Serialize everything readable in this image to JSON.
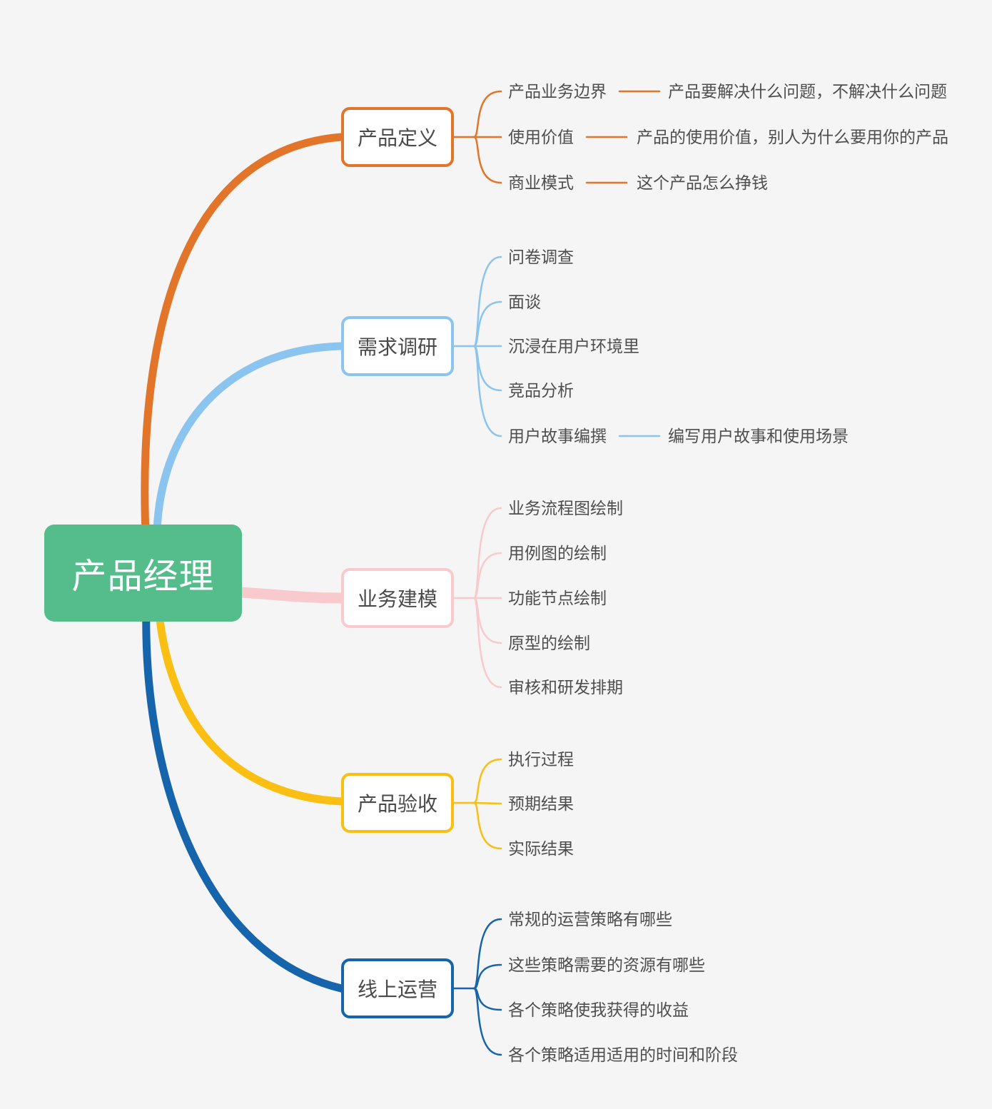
{
  "canvas": {
    "background": "#f5f5f5"
  },
  "root": {
    "label": "产品经理",
    "fill": "#54bd8b",
    "text_color": "#ffffff"
  },
  "branches": [
    {
      "label": "产品定义",
      "color": "#e3752a",
      "children": [
        {
          "label": "产品业务边界",
          "note": "产品要解决什么问题，不解决什么问题"
        },
        {
          "label": "使用价值",
          "note": "产品的使用价值，别人为什么要用你的产品"
        },
        {
          "label": "商业模式",
          "note": "这个产品怎么挣钱"
        }
      ]
    },
    {
      "label": "需求调研",
      "color": "#8cc4f0",
      "children": [
        {
          "label": "问卷调查"
        },
        {
          "label": "面谈"
        },
        {
          "label": "沉浸在用户环境里"
        },
        {
          "label": "竞品分析"
        },
        {
          "label": "用户故事编撰",
          "note": "编写用户故事和使用场景"
        }
      ]
    },
    {
      "label": "业务建模",
      "color": "#f9cacd",
      "children": [
        {
          "label": "业务流程图绘制"
        },
        {
          "label": "用例图的绘制"
        },
        {
          "label": "功能节点绘制"
        },
        {
          "label": "原型的绘制"
        },
        {
          "label": "审核和研发排期"
        }
      ]
    },
    {
      "label": "产品验收",
      "color": "#fbbe12",
      "children": [
        {
          "label": "执行过程"
        },
        {
          "label": "预期结果"
        },
        {
          "label": "实际结果"
        }
      ]
    },
    {
      "label": "线上运营",
      "color": "#1564ac",
      "children": [
        {
          "label": "常规的运营策略有哪些"
        },
        {
          "label": "这些策略需要的资源有哪些"
        },
        {
          "label": "各个策略使我获得的收益"
        },
        {
          "label": "各个策略适用适用的时间和阶段"
        }
      ]
    }
  ]
}
